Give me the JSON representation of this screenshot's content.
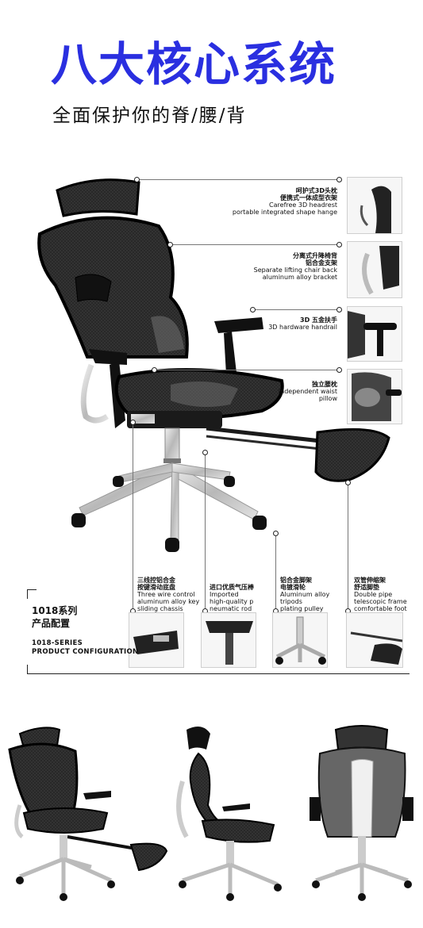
{
  "title": "八大核心系统",
  "subtitle": "全面保护你的脊/腰/背",
  "colors": {
    "title": "#2a2fe0",
    "mesh": "#1a1a1a",
    "metal": "#c8c8c8"
  },
  "top_features": [
    {
      "cn": "呵护式3D头枕",
      "cn2": "便携式一体成型衣架",
      "en": "Carefree 3D headrest",
      "en2": "portable integrated shape hange"
    },
    {
      "cn": "分离式升降椅背",
      "cn2": "铝合金支架",
      "en": "Separate lifting chair back",
      "en2": "aluminum alloy bracket"
    },
    {
      "cn": "3D 五金扶手",
      "cn2": "",
      "en": "3D hardware handrail",
      "en2": ""
    },
    {
      "cn": "独立腰枕",
      "cn2": "",
      "en": "Independent waist",
      "en2": "pillow"
    }
  ],
  "bottom_features": [
    {
      "cn": "三线控铝合金",
      "cn2": "按键滑动底盘",
      "en": "Three wire control",
      "en2": "aluminum alloy key",
      "en3": "sliding chassis"
    },
    {
      "cn": "进口优质气压棒",
      "cn2": "",
      "en": "Imported",
      "en2": "high-quality p",
      "en3": "neumatic rod"
    },
    {
      "cn": "铝合金脚架",
      "cn2": "电镀滑轮",
      "en": "Aluminum alloy",
      "en2": "tripods",
      "en3": "plating pulley"
    },
    {
      "cn": "双管伸缩架",
      "cn2": "舒适脚垫",
      "en": "Double pipe",
      "en2": "telescopic frame",
      "en3": "comfortable foot pad"
    }
  ],
  "series": {
    "cn1": "1018系列",
    "cn2": "产品配置",
    "en1": "1018-SERIES",
    "en2": "PRODUCT CONFIGURATION"
  }
}
